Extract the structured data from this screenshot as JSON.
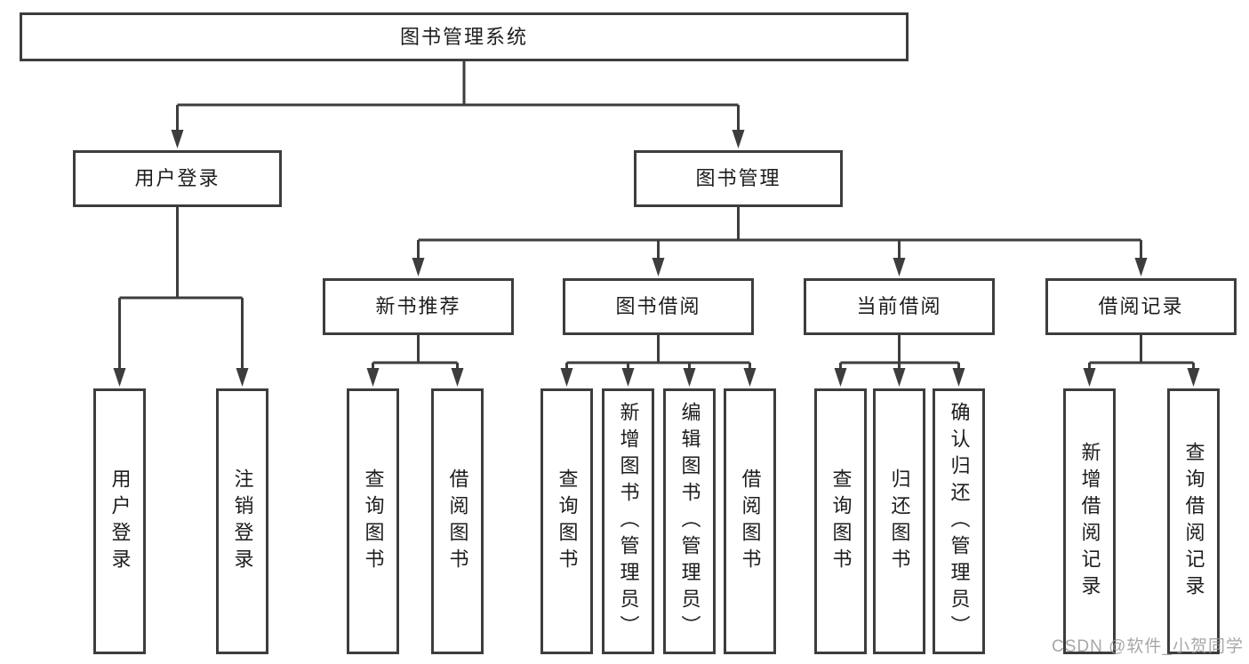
{
  "colors": {
    "line": "#3d3d3d",
    "box_border": "#3d3d3d",
    "text": "#1d1d1d",
    "page_background": "#ffffff",
    "watermark": "#949494"
  },
  "diagram": {
    "root": {
      "label": "图书管理系统"
    },
    "level2": [
      {
        "label": "用户登录"
      },
      {
        "label": "图书管理"
      }
    ],
    "level3": [
      {
        "label": "新书推荐"
      },
      {
        "label": "图书借阅"
      },
      {
        "label": "当前借阅"
      },
      {
        "label": "借阅记录"
      }
    ],
    "leaves": {
      "user_login": [
        {
          "label": "用户登录"
        },
        {
          "label": "注销登录"
        }
      ],
      "new_book_recommend": [
        {
          "label": "查询图书"
        },
        {
          "label": "借阅图书"
        }
      ],
      "book_borrow": [
        {
          "label": "查询图书"
        },
        {
          "label": "新增图书（管理员）"
        },
        {
          "label": "编辑图书（管理员）"
        },
        {
          "label": "借阅图书"
        }
      ],
      "current_borrow": [
        {
          "label": "查询图书"
        },
        {
          "label": "归还图书"
        },
        {
          "label": "确认归还（管理员）"
        }
      ],
      "borrow_records": [
        {
          "label": "新增借阅记录"
        },
        {
          "label": "查询借阅记录"
        }
      ]
    }
  },
  "watermark": {
    "text": "CSDN @软件_小贺同学"
  }
}
